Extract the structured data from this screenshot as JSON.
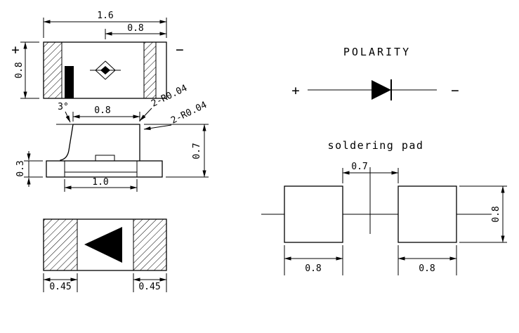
{
  "colors": {
    "line": "#000000",
    "background": "#ffffff"
  },
  "top_view": {
    "dim_total_width": "1.6",
    "dim_right_half": "0.8",
    "dim_height": "0.8",
    "plus_mark": "+",
    "minus_mark": "−"
  },
  "side_view": {
    "dim_draft_angle": "3°",
    "dim_top_width": "0.8",
    "radius_note_1": "2-R0.04",
    "radius_note_2": "2-R0.04",
    "dim_height": "0.7",
    "dim_base_height": "0.3",
    "dim_lead_span": "1.0"
  },
  "bottom_view": {
    "dim_left_pad": "0.45",
    "dim_right_pad": "0.45"
  },
  "polarity": {
    "title": "POLARITY",
    "plus_mark": "+",
    "minus_mark": "−"
  },
  "soldering_pad": {
    "title": "soldering pad",
    "dim_gap": "0.7",
    "dim_pad_height": "0.8",
    "dim_left_pad_width": "0.8",
    "dim_right_pad_width": "0.8"
  }
}
